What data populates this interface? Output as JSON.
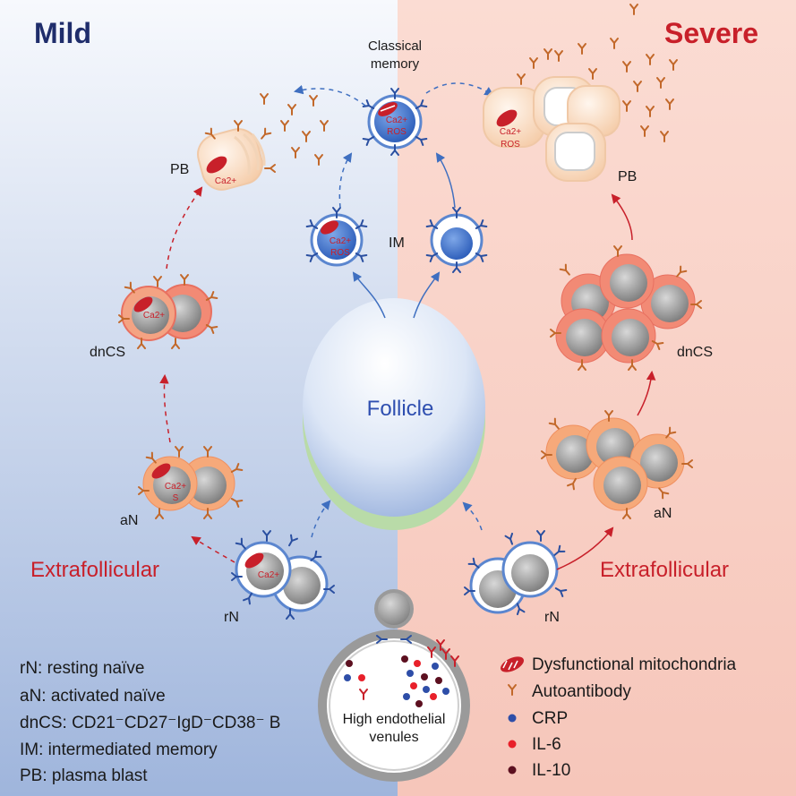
{
  "headings": {
    "mild": "Mild",
    "severe": "Severe"
  },
  "colors": {
    "mild_title": "#1f2d6b",
    "severe_title": "#c8202a",
    "extrafollicular": "#c8202a",
    "mild_bg": "#a9bde0",
    "severe_bg": "#f6c9be",
    "antibody": "#c2682a",
    "crp": "#2e4ea8",
    "il6": "#e8202a",
    "il10": "#5c1020"
  },
  "labels": {
    "classical_memory_line1": "Classical",
    "classical_memory_line2": "memory",
    "pb_left": "PB",
    "pb_right": "PB",
    "im": "IM",
    "dncs_left": "dnCS",
    "dncs_right": "dnCS",
    "an_left": "aN",
    "an_right": "aN",
    "rn_left": "rN",
    "rn_right": "rN",
    "follicle": "Follicle",
    "extrafollicular_left": "Extrafollicular",
    "extrafollicular_right": "Extrafollicular",
    "hev_line1": "High endothelial",
    "hev_line2": "venules"
  },
  "cell_text": {
    "ca": "Ca2+",
    "ros": "ROS",
    "s": "S"
  },
  "abbreviations": [
    "rN: resting naïve",
    "aN: activated naïve",
    "dnCS: CD21⁻CD27⁻IgD⁻CD38⁻ B",
    "IM: intermediated memory",
    "PB: plasma blast"
  ],
  "legend": [
    {
      "icon": "mitochondria-icon",
      "label": "Dysfunctional mitochondria"
    },
    {
      "icon": "antibody-icon",
      "label": "Autoantibody"
    },
    {
      "icon": "crp-dot-icon",
      "label": "CRP"
    },
    {
      "icon": "il6-dot-icon",
      "label": "IL-6"
    },
    {
      "icon": "il10-dot-icon",
      "label": "IL-10"
    }
  ]
}
